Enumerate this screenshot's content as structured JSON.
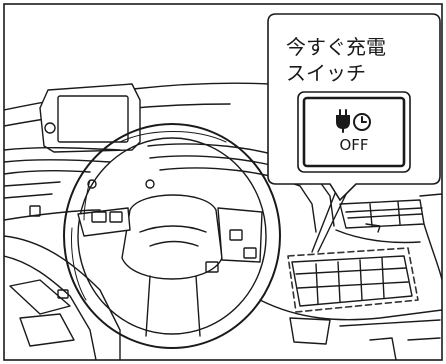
{
  "callout": {
    "title_line1": "今すぐ充電",
    "title_line2": "スイッチ",
    "button_label": "OFF",
    "button_icon": "plug-clock-icon"
  }
}
